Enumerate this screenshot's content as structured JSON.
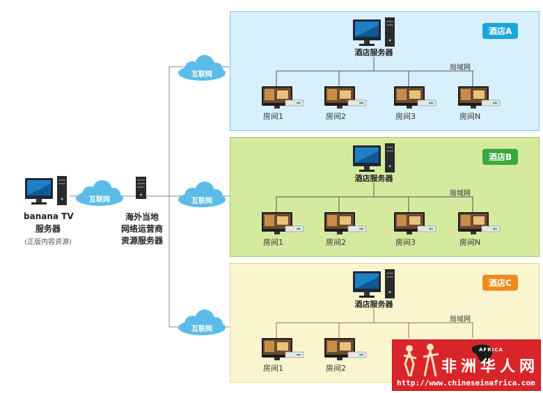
{
  "colors": {
    "hotel_a_bg": "#d7f0fb",
    "hotel_a_border": "#7bc7e6",
    "hotel_a_badge": "#1aa6dd",
    "hotel_b_bg": "#d6ea9f",
    "hotel_b_border": "#9cc860",
    "hotel_b_badge": "#3aa840",
    "hotel_c_bg": "#fbf5cf",
    "hotel_c_border": "#e5d98a",
    "hotel_c_badge": "#f08a1c",
    "cloud": "#5bbce9",
    "watermark_bg": "#d9252a"
  },
  "source": {
    "name_line1": "banana TV",
    "name_line2": "服务器",
    "note": "(正版内容资源)"
  },
  "operator": {
    "line1": "海外当地",
    "line2": "网络运营商",
    "line3": "资源服务器"
  },
  "cloud_label": "互联网",
  "hotels": [
    {
      "badge": "酒店A",
      "server_label": "酒店服务器",
      "lan_label": "局域网",
      "rooms": [
        "房间1",
        "房间2",
        "房间3",
        "房间N"
      ]
    },
    {
      "badge": "酒店B",
      "server_label": "酒店服务器",
      "lan_label": "局域网",
      "rooms": [
        "房间1",
        "房间2",
        "房间3",
        "房间N"
      ]
    },
    {
      "badge": "酒店C",
      "server_label": "酒店服务器",
      "lan_label": "局域网",
      "rooms": [
        "房间1",
        "房间2"
      ]
    }
  ],
  "watermark": {
    "africa": "AFRICA",
    "title": "非洲华人网",
    "url": "http://www.chineseinafrica.com"
  }
}
